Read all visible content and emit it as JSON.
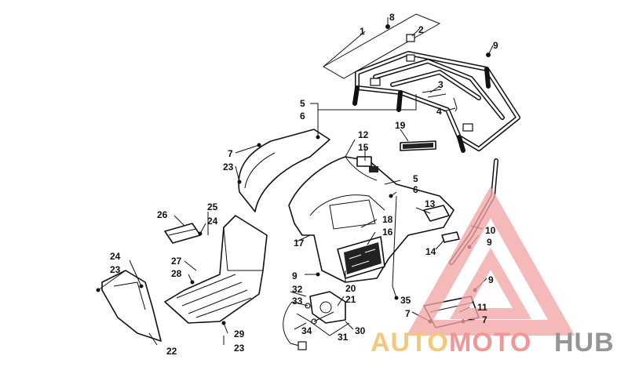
{
  "diagram": {
    "type": "exploded-parts-diagram",
    "callouts": [
      {
        "id": "c1",
        "label": "1"
      },
      {
        "id": "c2",
        "label": "2"
      },
      {
        "id": "c3",
        "label": "3"
      },
      {
        "id": "c4",
        "label": "4"
      },
      {
        "id": "c5a",
        "label": "5"
      },
      {
        "id": "c6a",
        "label": "6"
      },
      {
        "id": "c5b",
        "label": "5"
      },
      {
        "id": "c6b",
        "label": "6"
      },
      {
        "id": "c7a",
        "label": "7"
      },
      {
        "id": "c7b",
        "label": "7"
      },
      {
        "id": "c7c",
        "label": "7"
      },
      {
        "id": "c8",
        "label": "8"
      },
      {
        "id": "c9a",
        "label": "9"
      },
      {
        "id": "c9b",
        "label": "9"
      },
      {
        "id": "c9c",
        "label": "9"
      },
      {
        "id": "c9d",
        "label": "9"
      },
      {
        "id": "c10",
        "label": "10"
      },
      {
        "id": "c11",
        "label": "11"
      },
      {
        "id": "c12",
        "label": "12"
      },
      {
        "id": "c13",
        "label": "13"
      },
      {
        "id": "c14",
        "label": "14"
      },
      {
        "id": "c15",
        "label": "15"
      },
      {
        "id": "c16",
        "label": "16"
      },
      {
        "id": "c17",
        "label": "17"
      },
      {
        "id": "c18",
        "label": "18"
      },
      {
        "id": "c19",
        "label": "19"
      },
      {
        "id": "c20",
        "label": "20"
      },
      {
        "id": "c21",
        "label": "21"
      },
      {
        "id": "c22",
        "label": "22"
      },
      {
        "id": "c23a",
        "label": "23"
      },
      {
        "id": "c23b",
        "label": "23"
      },
      {
        "id": "c23c",
        "label": "23"
      },
      {
        "id": "c24a",
        "label": "24"
      },
      {
        "id": "c24b",
        "label": "24"
      },
      {
        "id": "c25",
        "label": "25"
      },
      {
        "id": "c26",
        "label": "26"
      },
      {
        "id": "c27",
        "label": "27"
      },
      {
        "id": "c28",
        "label": "28"
      },
      {
        "id": "c29",
        "label": "29"
      },
      {
        "id": "c30",
        "label": "30"
      },
      {
        "id": "c31",
        "label": "31"
      },
      {
        "id": "c32",
        "label": "32"
      },
      {
        "id": "c33",
        "label": "33"
      },
      {
        "id": "c34",
        "label": "34"
      },
      {
        "id": "c35",
        "label": "35"
      }
    ]
  },
  "watermark": {
    "word_auto": "AUTO",
    "word_moto": "MOTO",
    "word_hub": "HUB",
    "color_auto": "#f4c26b",
    "color_moto": "#f08a8a",
    "color_hub": "#8a8a8a",
    "triangle_color": "#f2a3a3"
  },
  "colors": {
    "line": "#111111",
    "background": "#ffffff"
  }
}
